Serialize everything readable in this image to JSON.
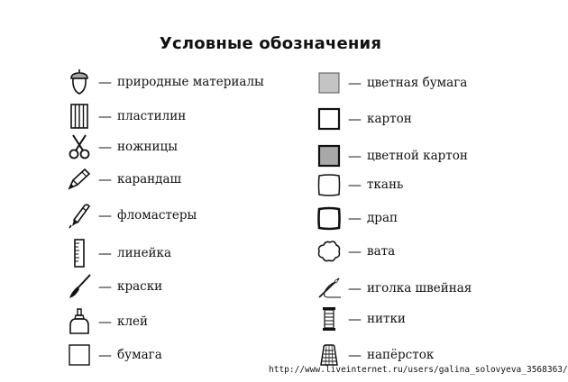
{
  "title": "Условные обозначения",
  "dash": "—",
  "left_items": [
    {
      "label": "природные материалы",
      "icon": "acorn-icon"
    },
    {
      "label": "пластилин",
      "icon": "plasticine-icon"
    },
    {
      "label": "ножницы",
      "icon": "scissors-icon"
    },
    {
      "label": "карандаш",
      "icon": "pencil-icon"
    },
    {
      "label": "фломастеры",
      "icon": "marker-icon"
    },
    {
      "label": "линейка",
      "icon": "ruler-icon"
    },
    {
      "label": "краски",
      "icon": "paintbrush-icon"
    },
    {
      "label": "клей",
      "icon": "glue-icon"
    },
    {
      "label": "бумага",
      "icon": "paper-square-icon"
    }
  ],
  "right_items": [
    {
      "label": "цветная бумага",
      "icon": "colored-paper-icon"
    },
    {
      "label": "картон",
      "icon": "cardboard-icon"
    },
    {
      "label": "цветной картон",
      "icon": "colored-cardboard-icon"
    },
    {
      "label": "ткань",
      "icon": "fabric-icon"
    },
    {
      "label": "драп",
      "icon": "drape-icon"
    },
    {
      "label": "вата",
      "icon": "cotton-icon"
    },
    {
      "label": "иголка швейная",
      "icon": "needle-icon"
    },
    {
      "label": "нитки",
      "icon": "thread-spool-icon"
    },
    {
      "label": "напёрсток",
      "icon": "thimble-icon"
    }
  ],
  "watermark": "http://www.liveinternet.ru/users/galina_solovyeva_3568363/"
}
